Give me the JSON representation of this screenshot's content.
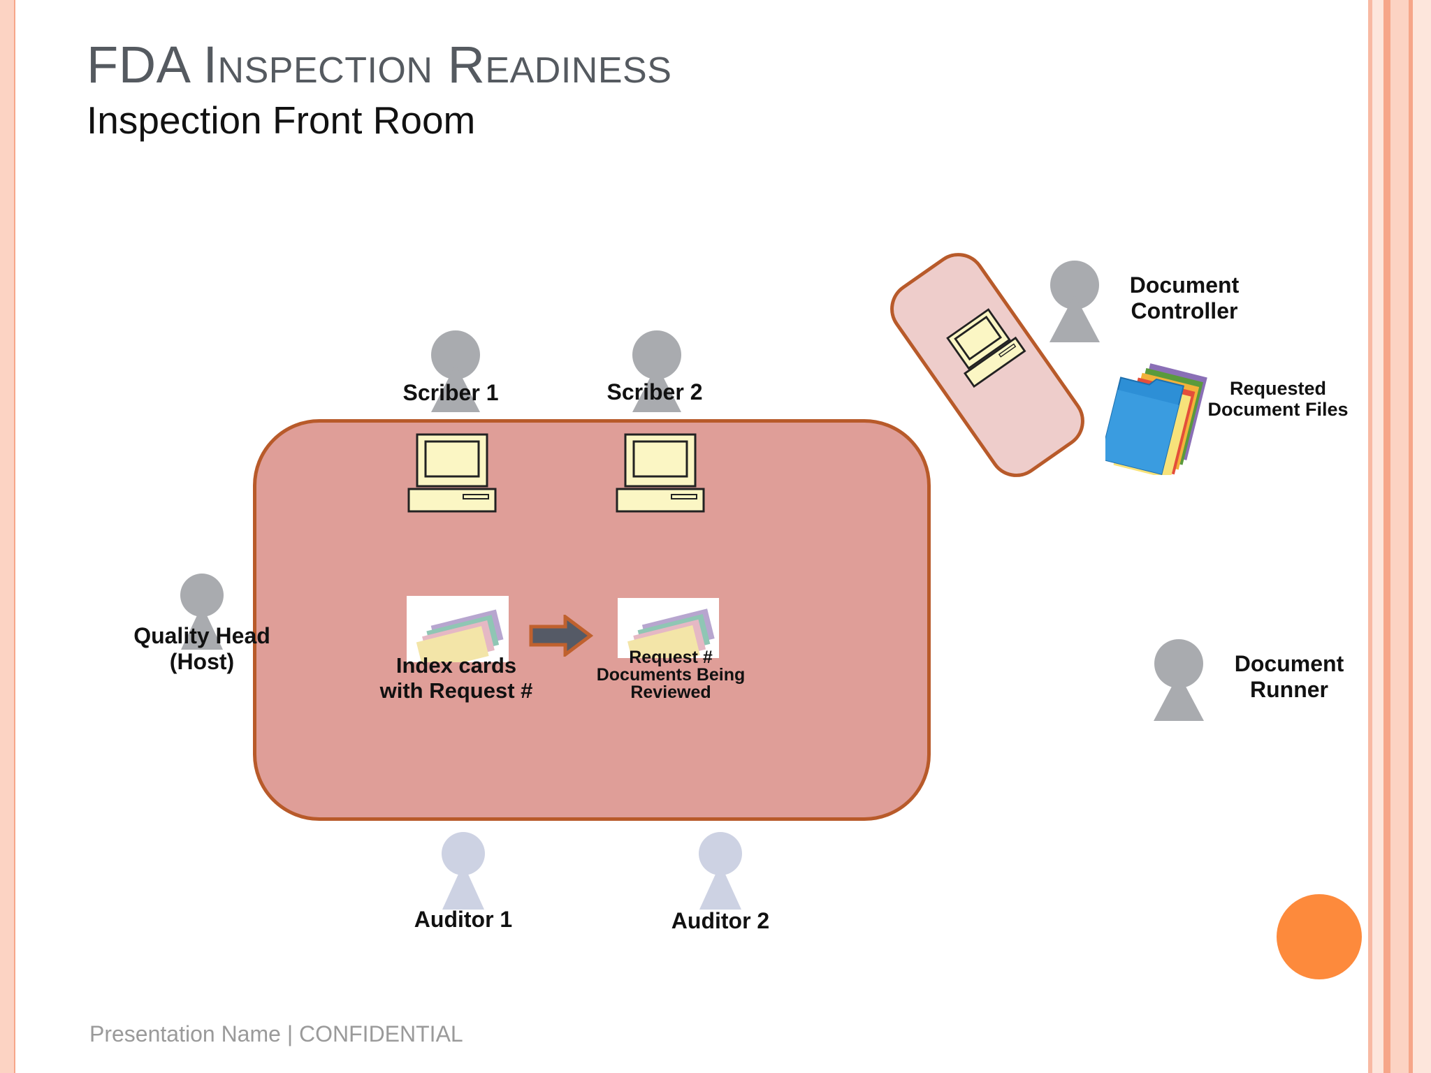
{
  "slide": {
    "title": "FDA Inspection Readiness",
    "subtitle": "Inspection Front Room",
    "footer": "Presentation Name | CONFIDENTIAL"
  },
  "people": {
    "scriber1": "Scriber 1",
    "scriber2": "Scriber 2",
    "quality_head_line1": "Quality Head",
    "quality_head_line2": "(Host)",
    "auditor1": "Auditor 1",
    "auditor2": "Auditor 2",
    "doc_controller_line1": "Document",
    "doc_controller_line2": "Controller",
    "doc_runner_line1": "Document",
    "doc_runner_line2": "Runner"
  },
  "items": {
    "index_cards_line1": "Index cards",
    "index_cards_line2": "with Request #",
    "request_docs_line1": "Request #",
    "request_docs_line2": "Documents Being",
    "request_docs_line3": "Reviewed",
    "requested_files_line1": "Requested",
    "requested_files_line2": "Document Files"
  },
  "colors": {
    "table_fill": "#df9e98",
    "table_border": "#b85a2a",
    "staff_person": "#a9abaf",
    "auditor_person": "#cdd2e3",
    "accent_circle": "#fd8a3c"
  }
}
